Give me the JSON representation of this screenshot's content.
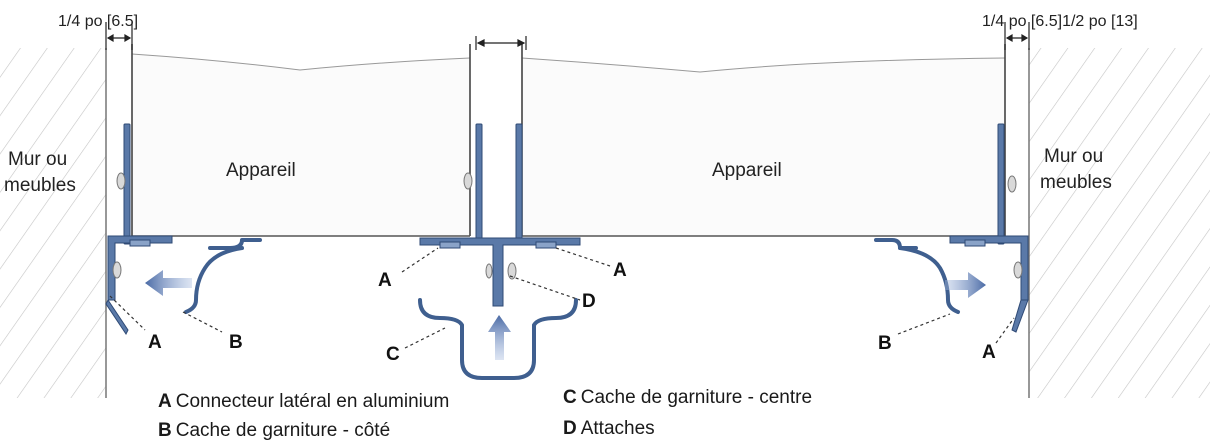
{
  "dimensions": {
    "left_gap": "1/4 po [6.5]",
    "right_gap": "1/4 po [6.5]1/2 po [13]"
  },
  "walls": {
    "left_label_line1": "Mur ou",
    "left_label_line2": "meubles",
    "right_label_line1": "Mur ou",
    "right_label_line2": "meubles"
  },
  "appliances": {
    "left_label": "Appareil",
    "right_label": "Appareil"
  },
  "callouts": {
    "a_left_bottom": "A",
    "b_left": "B",
    "a_center_left": "A",
    "a_center_right": "A",
    "d_center": "D",
    "c_center": "C",
    "b_right": "B",
    "a_right_bottom": "A"
  },
  "legend": {
    "a_key": "A",
    "a_text": "Connecteur latéral en aluminium",
    "b_key": "B",
    "b_text": "Cache de garniture - côté",
    "c_key": "C",
    "c_text": "Cache de garniture - centre",
    "d_key": "D",
    "d_text": "Attaches"
  },
  "colors": {
    "metal": "#4f6e9c",
    "metal_light": "#9fb6d6",
    "arrow": "#4a6aa5",
    "hatch": "#bbbbbb"
  }
}
